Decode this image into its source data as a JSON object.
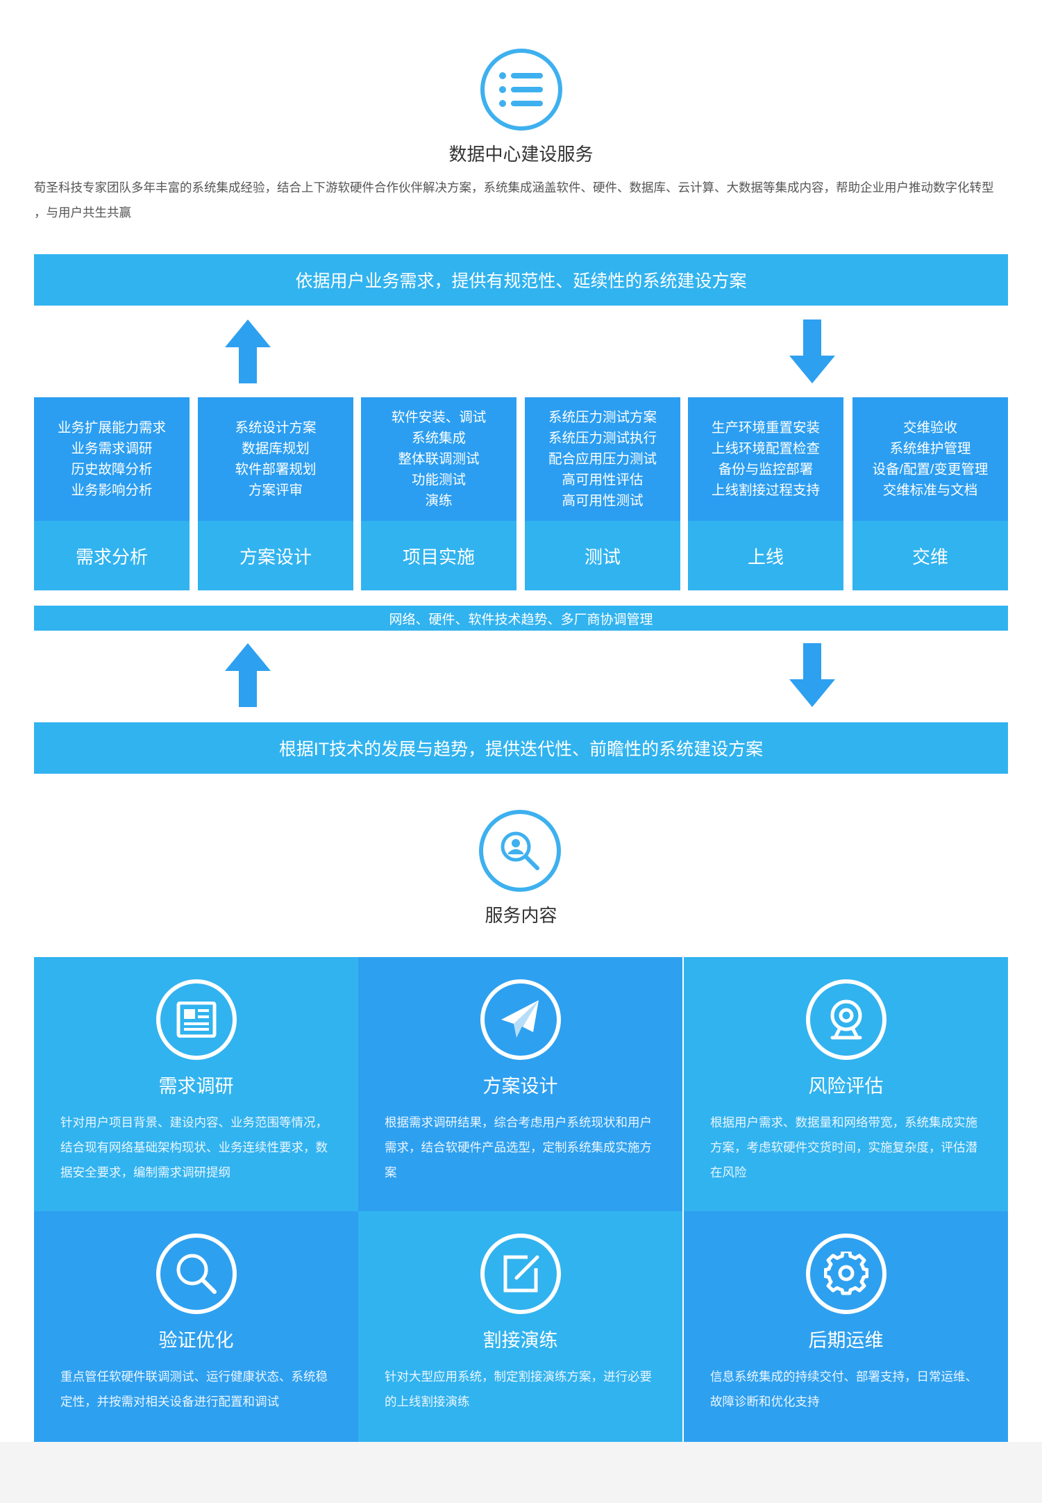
{
  "section1": {
    "icon": "list-icon",
    "title": "数据中心建设服务",
    "intro": "荀圣科技专家团队多年丰富的系统集成经验，结合上下游软硬件合作伙伴解决方案，系统集成涵盖软件、硬件、数据库、云计算、大数据等集成内容，帮助企业用户推动数字化转型 ，与用户共生共赢"
  },
  "top_banner": "依据用户业务需求，提供有规范性、延续性的系统建设方案",
  "phases": [
    {
      "name": "需求分析",
      "items": [
        "业务扩展能力需求",
        "业务需求调研",
        "历史故障分析",
        "业务影响分析"
      ]
    },
    {
      "name": "方案设计",
      "items": [
        "系统设计方案",
        "数据库规划",
        "软件部署规划",
        "方案评审"
      ]
    },
    {
      "name": "项目实施",
      "items": [
        "软件安装、调试",
        "系统集成",
        "整体联调测试",
        "功能测试",
        "演练"
      ]
    },
    {
      "name": "测试",
      "items": [
        "系统压力测试方案",
        "系统压力测试执行",
        "配合应用压力测试",
        "高可用性评估",
        "高可用性测试"
      ]
    },
    {
      "name": "上线",
      "items": [
        "生产环境重置安装",
        "上线环境配置检查",
        "备份与监控部署",
        "上线割接过程支持"
      ]
    },
    {
      "name": "交维",
      "items": [
        "交维验收",
        "系统维护管理",
        "设备/配置/变更管理",
        "交维标准与文档"
      ]
    }
  ],
  "middle_banner": "网络、硬件、软件技术趋势、多厂商协调管理",
  "bottom_banner": "根据IT技术的发展与趋势，提供迭代性、前瞻性的系统建设方案",
  "section2": {
    "icon": "search-user-icon",
    "title": "服务内容"
  },
  "services": [
    {
      "icon": "newspaper-icon",
      "title": "需求调研",
      "desc": "针对用户项目背景、建设内容、业务范围等情况，结合现有网络基础架构现状、业务连续性要求，数据安全要求，编制需求调研提纲"
    },
    {
      "icon": "paper-plane-icon",
      "title": "方案设计",
      "desc": "根据需求调研结果，综合考虑用户系统现状和用户需求，结合软硬件产品选型，定制系统集成实施方案"
    },
    {
      "icon": "webcam-icon",
      "title": "风险评估",
      "desc": "根据用户需求、数据量和网络带宽，系统集成实施方案，考虑软硬件交货时间，实施复杂度，评估潜在风险"
    },
    {
      "icon": "magnifier-icon",
      "title": "验证优化",
      "desc": "重点管任软硬件联调测试、运行健康状态、系统稳定性，并按需对相关设备进行配置和调试"
    },
    {
      "icon": "edit-icon",
      "title": "割接演练",
      "desc": "针对大型应用系统，制定割接演练方案，进行必要的上线割接演练"
    },
    {
      "icon": "gear-icon",
      "title": "后期运维",
      "desc": "信息系统集成的持续交付、部署支持，日常运维、故障诊断和优化支持"
    }
  ],
  "colors": {
    "light_blue": "#31b3ef",
    "dark_blue": "#2b9ef1",
    "icon_ring": "#3eb0ef"
  }
}
